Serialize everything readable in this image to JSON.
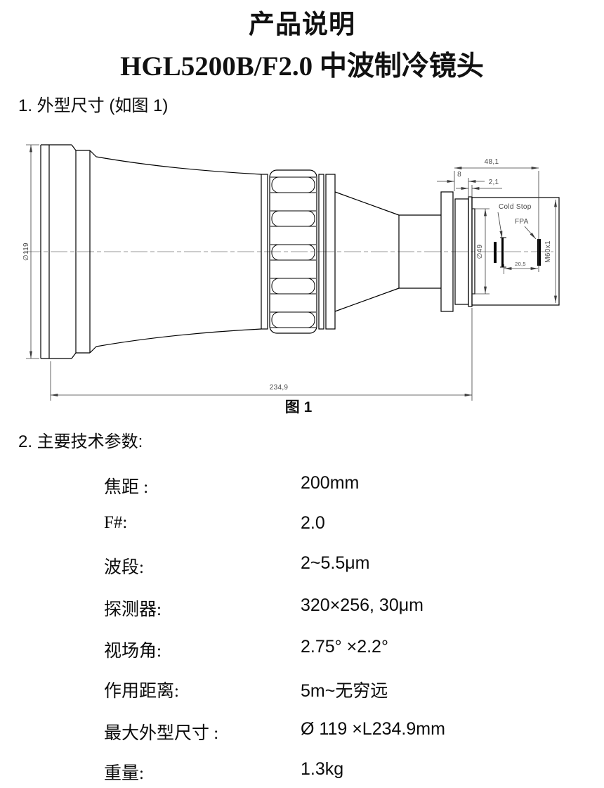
{
  "page": {
    "title": "产品说明",
    "subtitle": "HGL5200B/F2.0 中波制冷镜头",
    "section1_heading": "1. 外型尺寸 (如图 1)",
    "figure_caption": "图 1",
    "section2_heading": "2. 主要技术参数:"
  },
  "drawing": {
    "dim_front_diameter": "∅119",
    "dim_total_length": "234,9",
    "dim_back_length": "48,1",
    "dim_flange_8": "8",
    "dim_flange_2_1": "2,1",
    "dim_rear_diameter": "∅49",
    "dim_cold_stop_to_fpa": "20,5",
    "dim_mount_thread": "M60x1",
    "label_cold_stop": "Cold Stop",
    "label_fpa": "FPA"
  },
  "specs": [
    {
      "label": "焦距 :",
      "value": "200mm"
    },
    {
      "label": "F#:",
      "value": "2.0"
    },
    {
      "label": "波段:",
      "value": "2~5.5μm"
    },
    {
      "label": "探测器:",
      "value": "320×256, 30μm"
    },
    {
      "label": "视场角:",
      "value": "2.75° ×2.2°"
    },
    {
      "label": "作用距离:",
      "value": "5m~无穷远"
    },
    {
      "label": "最大外型尺寸 :",
      "value": "Ø 119 ×L234.9mm"
    },
    {
      "label": "重量:",
      "value": "1.3kg"
    }
  ]
}
